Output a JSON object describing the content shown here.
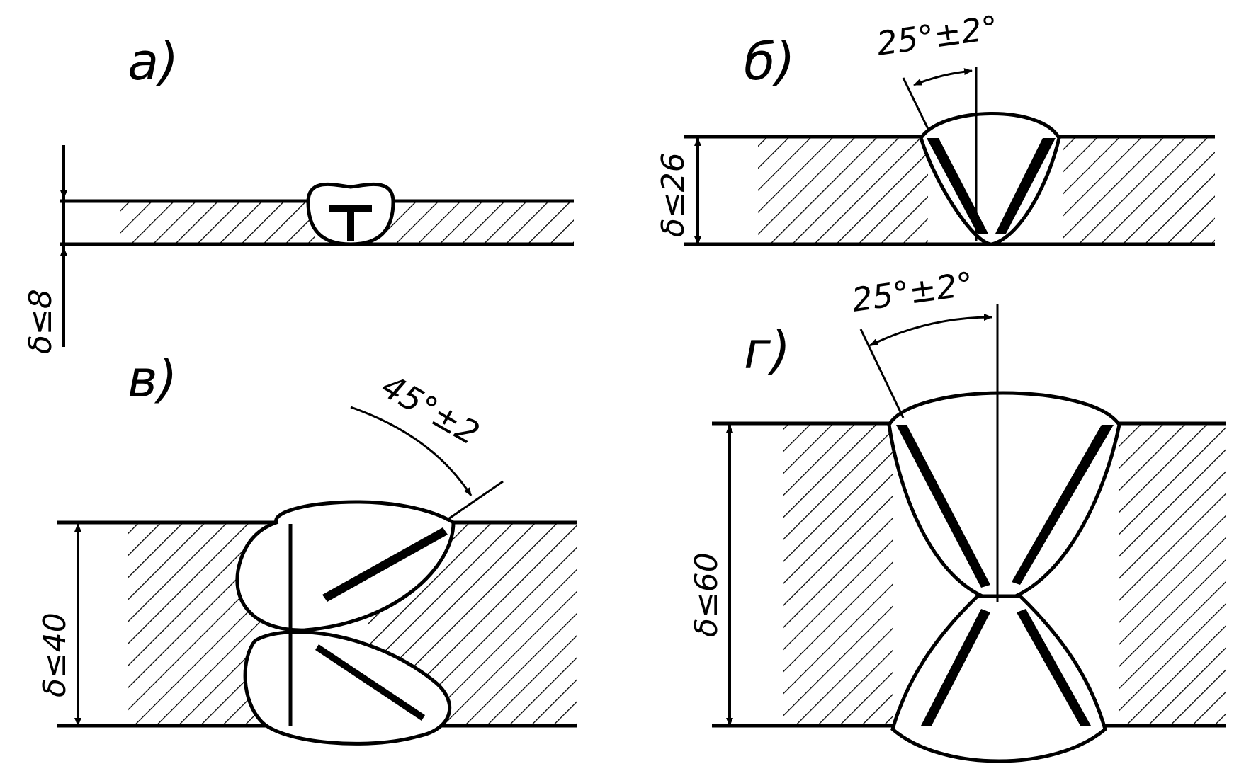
{
  "panels": [
    {
      "id": "a",
      "label": "а)",
      "thickness_label": "δ≤8"
    },
    {
      "id": "b",
      "label": "б)",
      "thickness_label": "δ≤26",
      "angle_label": "25°±2°"
    },
    {
      "id": "v",
      "label": "в)",
      "thickness_label": "δ≤40",
      "angle_label": "45°±2"
    },
    {
      "id": "g",
      "label": "г)",
      "thickness_label": "δ≤60",
      "angle_label": "25°±2°"
    }
  ],
  "colors": {
    "line": "#000000",
    "background": "#ffffff"
  }
}
